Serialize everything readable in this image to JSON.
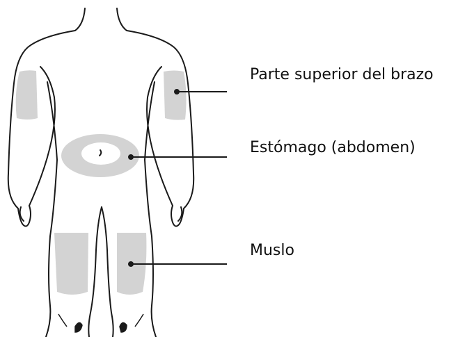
{
  "labels": {
    "upper_arm": "Parte superior del brazo",
    "abdomen": "Estómago (abdomen)",
    "thigh": "Muslo"
  },
  "colors": {
    "outline": "#1a1a1a",
    "zone_fill": "#d3d3d3",
    "text": "#111111",
    "background": "#ffffff"
  }
}
